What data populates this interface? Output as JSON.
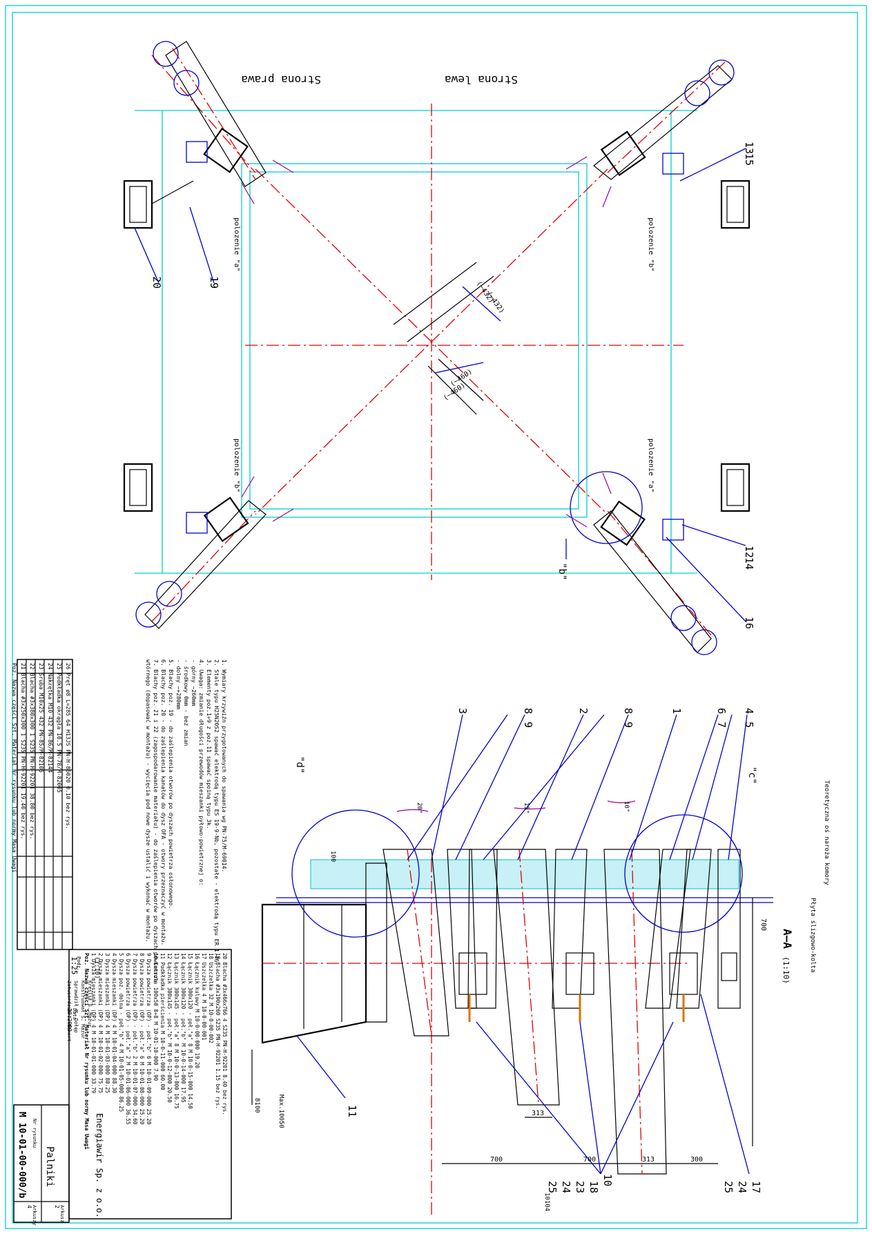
{
  "colors": {
    "frame": "#00d0d0",
    "outline": "#000000",
    "centerline": "#e00000",
    "leader": "#0000cc",
    "weld": "#a000a0"
  },
  "plan_view": {
    "label_left": "Strona lewa",
    "label_right": "Strona prawa",
    "position_a": "polozenie \"a\"",
    "position_b": "polozenie \"b\"",
    "detail_b": "\"b\"",
    "dim_432": "(~432)",
    "dim_460": "(~460)",
    "callouts": [
      "13",
      "15",
      "12",
      "14",
      "16",
      "19",
      "20"
    ]
  },
  "section_view": {
    "title": "A–A",
    "scale": "(1:10)",
    "note_theoretical": "Teoretyczna oś naroża komory",
    "note_plate": "Płyta ślizgowo-kolta",
    "dim_700": "700",
    "dim_313": "313",
    "dim_300": "300",
    "dim_100": "100",
    "dim_8100": "8100",
    "dim_10104": "10104",
    "dim_max": "Max.10050",
    "angle_10": "10°",
    "angle_15": "15°",
    "angle_20": "20°",
    "detail_c": "\"c\"",
    "detail_d": "\"d\"",
    "callouts": [
      "4",
      "5",
      "6",
      "7",
      "1",
      "8",
      "9",
      "2",
      "8",
      "9",
      "3",
      "10",
      "18",
      "23",
      "24",
      "25",
      "17",
      "24",
      "25",
      "11"
    ]
  },
  "notes": [
    "1. Wymiary krzywiźn przygotowanych do spawania wg PN-75/M-69014.",
    "2. Stale typu H25N20S2 spawać elektrodą typu ES 19-9-Nb, pozostałe - elektrodą typu ER 1.46.",
    "3. Elementy poz.1÷9 z poz.11 spawać spoiną typu 3k.",
    "4. Uwaga: zmianie długości przewodów mieszanki pyłowo-powietrznej o:",
    "   - górny  ~260mm",
    "   - środkowy  0mm - bez zmian",
    "   - dolny  ~+280mm",
    "5. Blachy poz. 19 - do zaślepienia otworów po dyszach powietrza osłonowego.",
    "6. Blachy poz. 20 - do zaślepienia kanałów do dysz OFA - otwory przeznaczyć w montażu.",
    "7. Blachy poz. 21 i 22 (zagospodarowanie materiału) - do zaślepienia otworów po dyszach powietrza",
    "   wtórnego (dopasować w montażu) - wycięcia pod nowe dysze ustalić i wykonać w montażu."
  ],
  "bom": {
    "headers": [
      "Poz.",
      "Nazwa części",
      "Szt.",
      "Materiał",
      "Nr rysunku lub normy",
      "Masa",
      "Uwagi"
    ],
    "rows": [
      [
        "20",
        "Blacha #3x466x766",
        "4",
        "S235",
        "PN-H-92201",
        "8.40",
        "bez rys."
      ],
      [
        "19",
        "Blacha #3x190x260",
        "",
        "S235",
        "PN-H-92201",
        "1.15",
        "bez rys."
      ],
      [
        "18",
        "Uszczelka",
        "32",
        "",
        "M 10-0-00-002",
        "",
        ""
      ],
      [
        "17",
        "Uszczelka",
        "4",
        "",
        "M 10-0-00-001",
        "",
        ""
      ],
      [
        "16",
        "Łącznik kulowy",
        "",
        "",
        "M 10-0-00-000",
        "19.20",
        ""
      ],
      [
        "15",
        "Łącznik 300x120 - poł.\"a\"",
        "8",
        "",
        "M 10-0-15-000",
        "14.50",
        ""
      ],
      [
        "14",
        "Łącznik 300x120 - poł.\"b\"",
        "",
        "",
        "M 10-0-14-000",
        "17.95",
        ""
      ],
      [
        "13",
        "Łącznik 300x145 - poł.\"a\"",
        "8",
        "",
        "M 10-0-13-000",
        "16.75",
        ""
      ],
      [
        "12",
        "Łącznik 300x145 - poł.\"b\"",
        "",
        "",
        "M 10-0-12-000",
        "20.50",
        ""
      ],
      [
        "11",
        "Podkładka pierścienia",
        "",
        "",
        "M 10-0-11-000",
        "60.00",
        ""
      ],
      [
        "10",
        "Konsola 100x50",
        "8÷8",
        "",
        "M 10-01-10-000",
        "7.90",
        ""
      ],
      [
        "9",
        "Dysza powietrza (OP) - poł.\"b\"",
        "6",
        "",
        "M 10-01-09-000",
        "25.20",
        ""
      ],
      [
        "8",
        "Dysza powietrza (OP) - poł.\"a\"",
        "6",
        "",
        "M 10-01-08-000",
        "25.20",
        ""
      ],
      [
        "7",
        "Dysza powietrza (OP) - poł.\"b\"",
        "2",
        "",
        "M 10-01-07-000",
        "34.60",
        ""
      ],
      [
        "6",
        "Dysza powietrza (OP) - poł.\"a\"",
        "2",
        "",
        "M 10-01-06-000",
        "36.55",
        ""
      ],
      [
        "5",
        "Dysza poz. dolna - poł.\"b\"",
        "4",
        "",
        "M 10-01-05-000",
        "86.25",
        ""
      ],
      [
        "4",
        "Dysza mieszanki (DP)",
        "4",
        "",
        "M 10-01-04-000",
        "88.30",
        ""
      ],
      [
        "3",
        "Dysza mieszanki (DP)",
        "4",
        "",
        "M 10-01-03-000",
        "80.25",
        ""
      ],
      [
        "2",
        "Dysza mieszanki (DP)",
        "4",
        "",
        "M 10-01-02-000",
        "75.75",
        ""
      ],
      [
        "1",
        "Dysza mieszanki (DP)",
        "4",
        "",
        "M 10-01-01-000",
        "33.79",
        ""
      ]
    ]
  },
  "material_list": {
    "rows": [
      [
        "26",
        "Pręt ø8 L=285",
        "64",
        "H13JS",
        "PN-H-86020",
        "0.10",
        "bez rys."
      ],
      [
        "25",
        "Podkładka okrągła 10.5",
        "",
        "",
        "PN-78/M-82005",
        "",
        ""
      ],
      [
        "24",
        "Nakrętka M10",
        "432",
        "",
        "PN-86/M-82144",
        "",
        ""
      ],
      [
        "23",
        "Śruba M10x25",
        "432",
        "",
        "PN-85/M-82105",
        "",
        ""
      ],
      [
        "22",
        "Blacha #3x380x300",
        "1",
        "S235",
        "PN-H-92201",
        "38.80",
        "bez rys."
      ],
      [
        "21",
        "Blacha #3x250x300",
        "1",
        "S235",
        "PN-H-92201",
        "19.40",
        "bez rys."
      ]
    ],
    "footer": [
      "Poz.",
      "Nazwa części",
      "Szt.",
      "Materiał",
      "Nr rysunku lub normy",
      "Masa",
      "Uwagi"
    ]
  },
  "title_block": {
    "company": "Energiawir Sp. z o.o.",
    "title": "Palniki",
    "drawing_no": "M 10-01-00-000/b",
    "scale_label": "Podz.",
    "scale": "1:25",
    "scale2": "(1:10)",
    "date_label": "Data",
    "date": "10.2009",
    "sheet_label": "Arkusz",
    "sheet": "2",
    "sheets": "Arkuszy",
    "sheets_val": "4",
    "roles": [
      "Kreślił",
      "Konstruował",
      "Sprawdził",
      "Zatwierdził"
    ],
    "names": [
      "S. Mazur",
      "S. Mazur",
      "M. Dołęp",
      "T. Eckert"
    ],
    "nr_label": "Nr rysunku"
  }
}
